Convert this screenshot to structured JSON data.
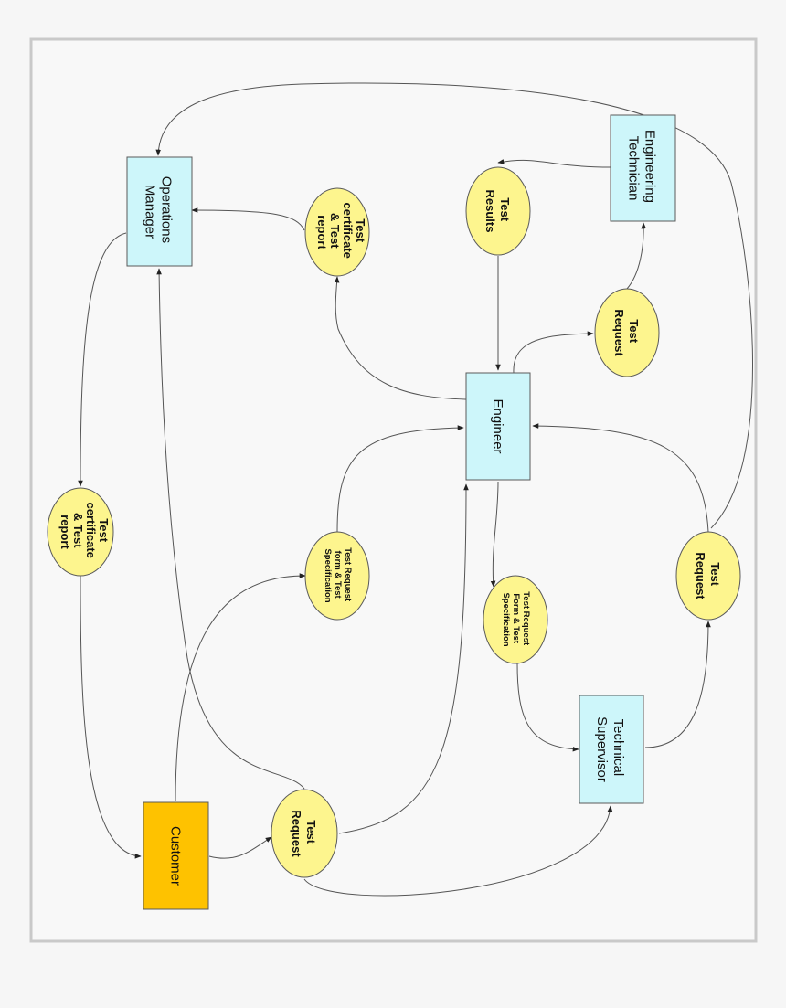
{
  "nodes": {
    "operations_manager": [
      "Operations",
      "Manager"
    ],
    "engineering_technician": [
      "Engineering",
      "Technician"
    ],
    "engineer": [
      "Engineer"
    ],
    "technical_supervisor": [
      "Technical",
      "Supervisor"
    ],
    "customer": [
      "Customer"
    ],
    "test_results": [
      "Test",
      "Results"
    ],
    "test_cert_top": [
      "Test",
      "certificate",
      "& Test",
      "report"
    ],
    "test_request_top": [
      "Test",
      "Request"
    ],
    "test_cert_left": [
      "Test",
      "certificate",
      "& Test",
      "report"
    ],
    "test_req_form_mid": [
      "Test Request",
      "form & Test",
      "Specification"
    ],
    "test_req_form_right": [
      "Test Request",
      "Form & Test",
      "Specification"
    ],
    "test_request_right": [
      "Test",
      "Request"
    ],
    "test_request_bottom": [
      "Test",
      "Request"
    ]
  },
  "colors": {
    "process_box": "#cdf6fa",
    "customer_box": "#fec200",
    "data_ellipse": "#fdf58e",
    "background": "#f6f6f6"
  }
}
